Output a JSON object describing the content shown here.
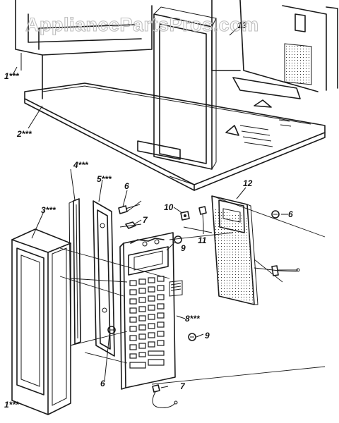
{
  "watermark": "AppliancePartsPros.com",
  "callouts": {
    "c1": "1***",
    "c2": "2***",
    "c3": "3***",
    "c4": "4***",
    "c5": "5***",
    "c6a": "6",
    "c6b": "6",
    "c6c": "6",
    "c7a": "7",
    "c7b": "7",
    "c8": "8***",
    "c9a": "9",
    "c9b": "9",
    "c10": "10",
    "c11": "11",
    "c12": "12",
    "c13": "13",
    "c14": "1***"
  }
}
